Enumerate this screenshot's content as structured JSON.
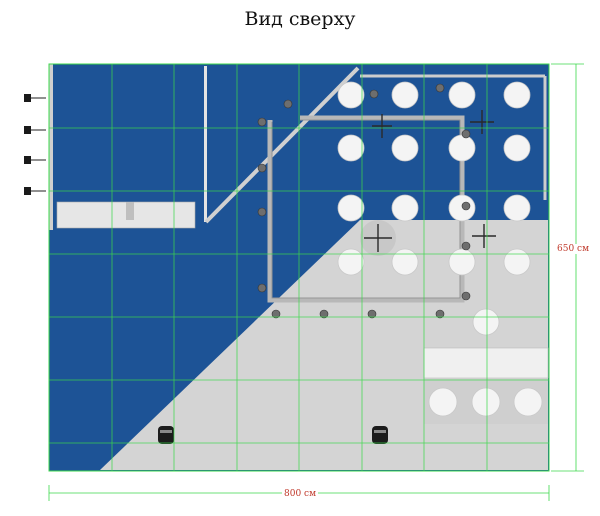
{
  "title": "Вид сверху",
  "dimensions": {
    "width_label": "800 см",
    "height_label": "650 см"
  },
  "colors": {
    "floor_blue": "#1d5396",
    "floor_gray": "#d4d4d4",
    "grid_green": "#3bd84b",
    "dimension_red": "#c0392b",
    "truss_gray": "#b8b8b8",
    "lamp_white": "#f4f4f4"
  },
  "icons": {
    "speaker": "speaker-icon",
    "ceiling_lamp": "ceiling-lamp-icon",
    "spotlight": "spotlight-icon",
    "stool": "stool-icon",
    "fan": "ceiling-fan-icon"
  }
}
